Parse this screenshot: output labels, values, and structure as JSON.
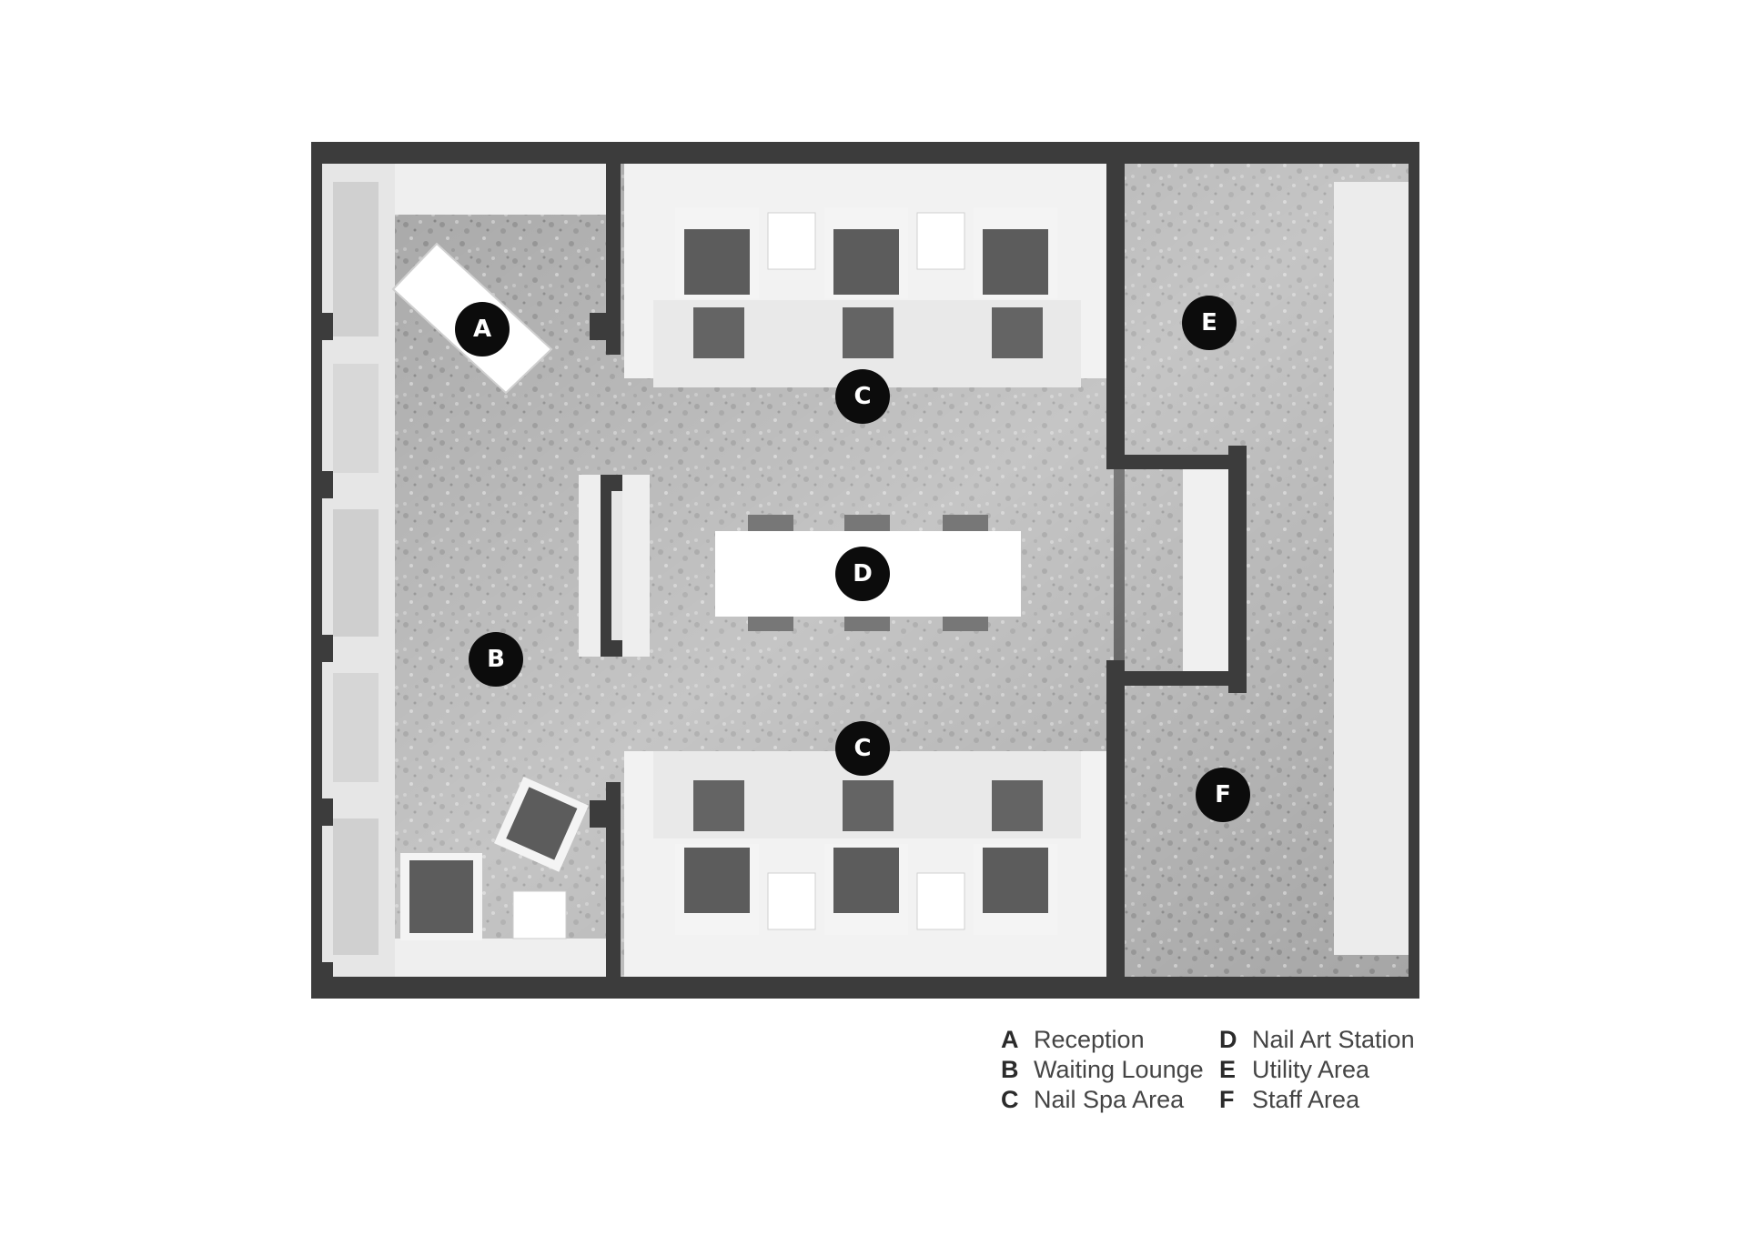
{
  "markers": {
    "a": "A",
    "b": "B",
    "c_top": "C",
    "c_bottom": "C",
    "d": "D",
    "e": "E",
    "f": "F"
  },
  "legend": [
    {
      "key": "A",
      "label": "Reception"
    },
    {
      "key": "B",
      "label": "Waiting Lounge"
    },
    {
      "key": "C",
      "label": "Nail Spa Area"
    },
    {
      "key": "D",
      "label": "Nail Art Station"
    },
    {
      "key": "E",
      "label": "Utility Area"
    },
    {
      "key": "F",
      "label": "Staff Area"
    }
  ],
  "colors": {
    "wall": "#3c3c3c",
    "floor": "#a9a9a9",
    "furniture": "#ffffff",
    "cushion": "#5c5c5c",
    "marker": "#0c0c0c"
  }
}
